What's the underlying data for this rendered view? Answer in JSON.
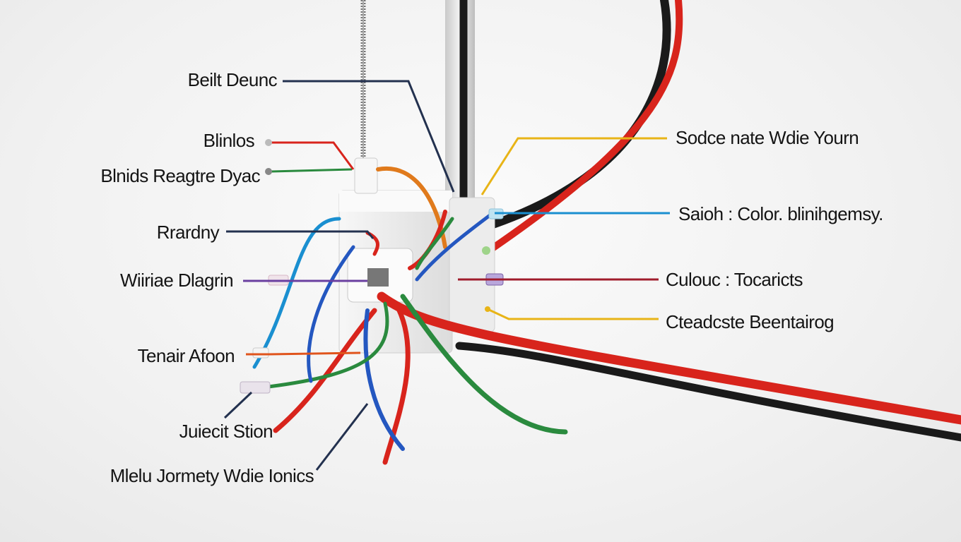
{
  "labels": {
    "belt_device": "Beilt Deunc",
    "blinlos": "Blinlos",
    "blinds_regatre": "Blnids Reagtre Dyac",
    "rrardny": "Rrardny",
    "wiring_diagram": "Wiiriae Dlagrin",
    "tenair_afoon": "Tenair Afoon",
    "junction_stion": "Juiecit Stion",
    "mela_jormety": "Mlelu Jormety Wdie Ionics",
    "sodce_nate": "Sodce nate Wdie Yourn",
    "saioh_color": "Saioh : Color. blinihgemsy.",
    "culouc": "Culouc : Tocaricts",
    "cteadcste": "Cteadcste Beentairog"
  },
  "colors": {
    "red": "#d8241c",
    "green": "#2a8a3e",
    "blue": "#2457c0",
    "black": "#1a1a1a",
    "yellow": "#e8b417",
    "cyan": "#1a8fd0",
    "purple": "#6a3fa0",
    "orange": "#e07a1c",
    "navy": "#23314f"
  }
}
